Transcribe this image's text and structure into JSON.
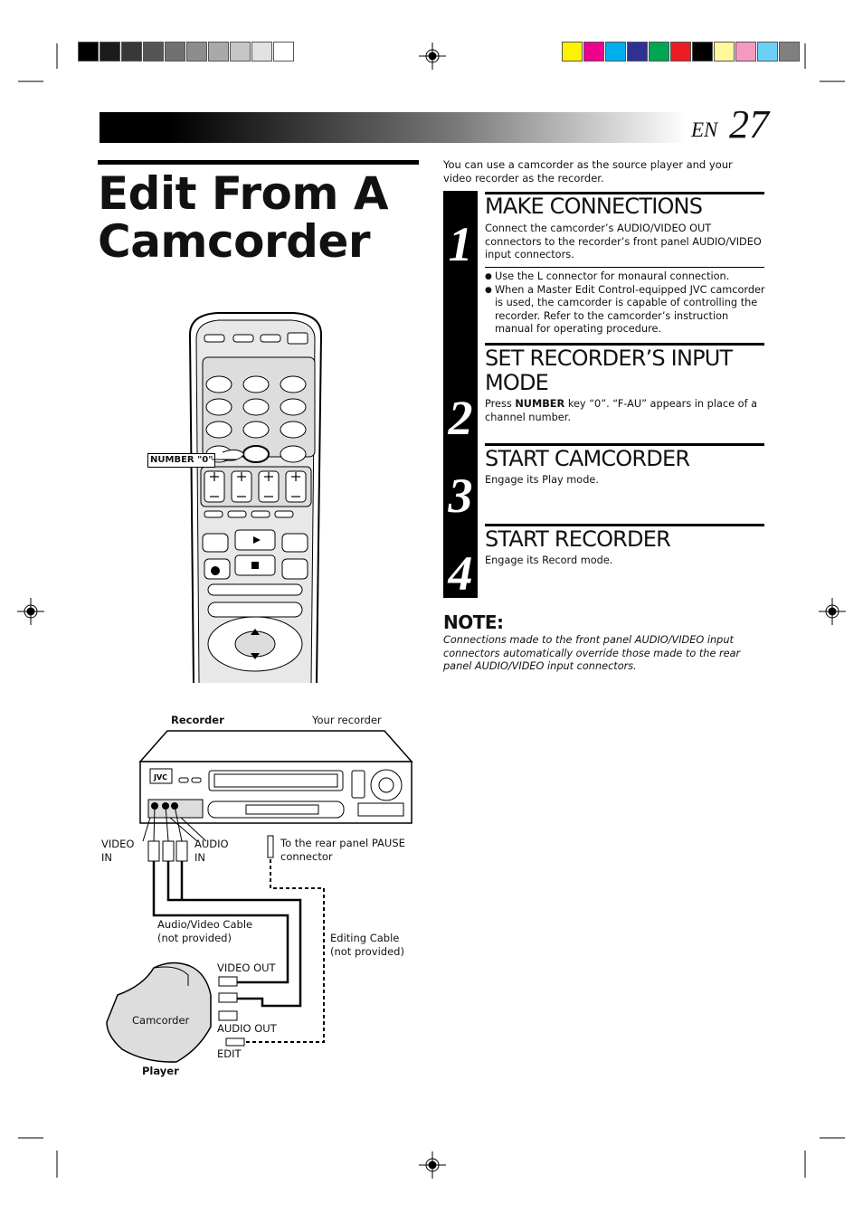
{
  "header": {
    "lang": "EN",
    "page_number": "27"
  },
  "colors": {
    "gray_scale": [
      "#000000",
      "#1c1c1c",
      "#383838",
      "#555555",
      "#717171",
      "#8d8d8d",
      "#a9a9a9",
      "#c6c6c6",
      "#e2e2e2",
      "#ffffff"
    ],
    "color_bar": [
      "#fff200",
      "#ec008c",
      "#00aeef",
      "#2e3192",
      "#00a651",
      "#ed1c24",
      "#000000",
      "#fff799",
      "#f49ac1",
      "#6dcff6",
      "#808080"
    ]
  },
  "title": "Edit From A Camcorder",
  "intro": "You can use a camcorder as the source player and your video recorder as the recorder.",
  "steps": [
    {
      "number": "1",
      "heading": "MAKE CONNECTIONS",
      "body": "Connect the camcorder’s AUDIO/VIDEO OUT connectors to the recorder’s front panel AUDIO/VIDEO input connectors.",
      "bullets": [
        "Use the L connector for monaural connection.",
        "When a Master Edit Control-equipped JVC camcorder is used, the camcorder is capable of controlling the recorder. Refer to the camcorder’s instruction manual for operating procedure."
      ]
    },
    {
      "number": "2",
      "heading": "SET RECORDER’S INPUT MODE",
      "body_prefix": "Press ",
      "body_key": "NUMBER",
      "body_suffix": " key “0”. “F-AU” appears in place of a channel number."
    },
    {
      "number": "3",
      "heading": "START CAMCORDER",
      "body": "Engage its Play mode."
    },
    {
      "number": "4",
      "heading": "START RECORDER",
      "body": "Engage its Record mode."
    }
  ],
  "note": {
    "label": "NOTE:",
    "text": "Connections made to the front panel AUDIO/VIDEO input connectors automatically override those made to the rear panel AUDIO/VIDEO input connectors."
  },
  "remote": {
    "callout": "NUMBER \"0\"",
    "brand": "JVC"
  },
  "diagram": {
    "recorder_label": "Recorder",
    "your_recorder": "Your recorder",
    "video_in": [
      "VIDEO",
      "IN"
    ],
    "audio_in": [
      "AUDIO",
      "IN"
    ],
    "pause_connector": [
      "To the rear panel PAUSE",
      "connector"
    ],
    "av_cable": [
      "Audio/Video Cable",
      "(not provided)"
    ],
    "editing_cable": [
      "Editing Cable",
      "(not provided)"
    ],
    "video_out": "VIDEO OUT",
    "audio_out": "AUDIO OUT",
    "edit": "EDIT",
    "camcorder": "Camcorder",
    "player": "Player"
  }
}
